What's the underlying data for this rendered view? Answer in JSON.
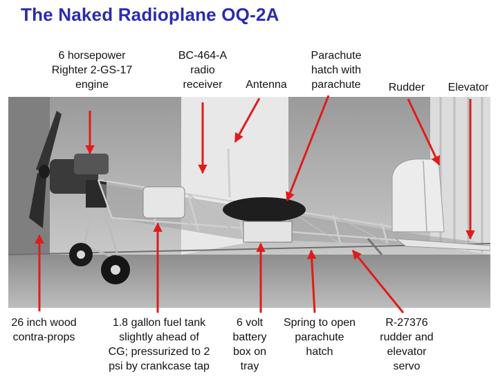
{
  "title": "The Naked Radioplane OQ-2A",
  "labels": {
    "engine": "6 horsepower\nRighter 2-GS-17\nengine",
    "radio": "BC-464-A\nradio\nreceiver",
    "antenna": "Antenna",
    "parachute_hatch": "Parachute\nhatch with\nparachute",
    "rudder": "Rudder",
    "elevator": "Elevator",
    "props": "26 inch wood\ncontra-props",
    "fuel_tank": "1.8 gallon fuel tank\nslightly ahead of\nCG; pressurized to 2\npsi by crankcase tap",
    "battery": "6 volt\nbattery\nbox on\ntray",
    "spring": "Spring to open\nparachute\nhatch",
    "servo": "R-27376\nrudder and\nelevator\nservo"
  },
  "colors": {
    "title": "#2b2bb0",
    "arrow": "#e01b1b"
  }
}
